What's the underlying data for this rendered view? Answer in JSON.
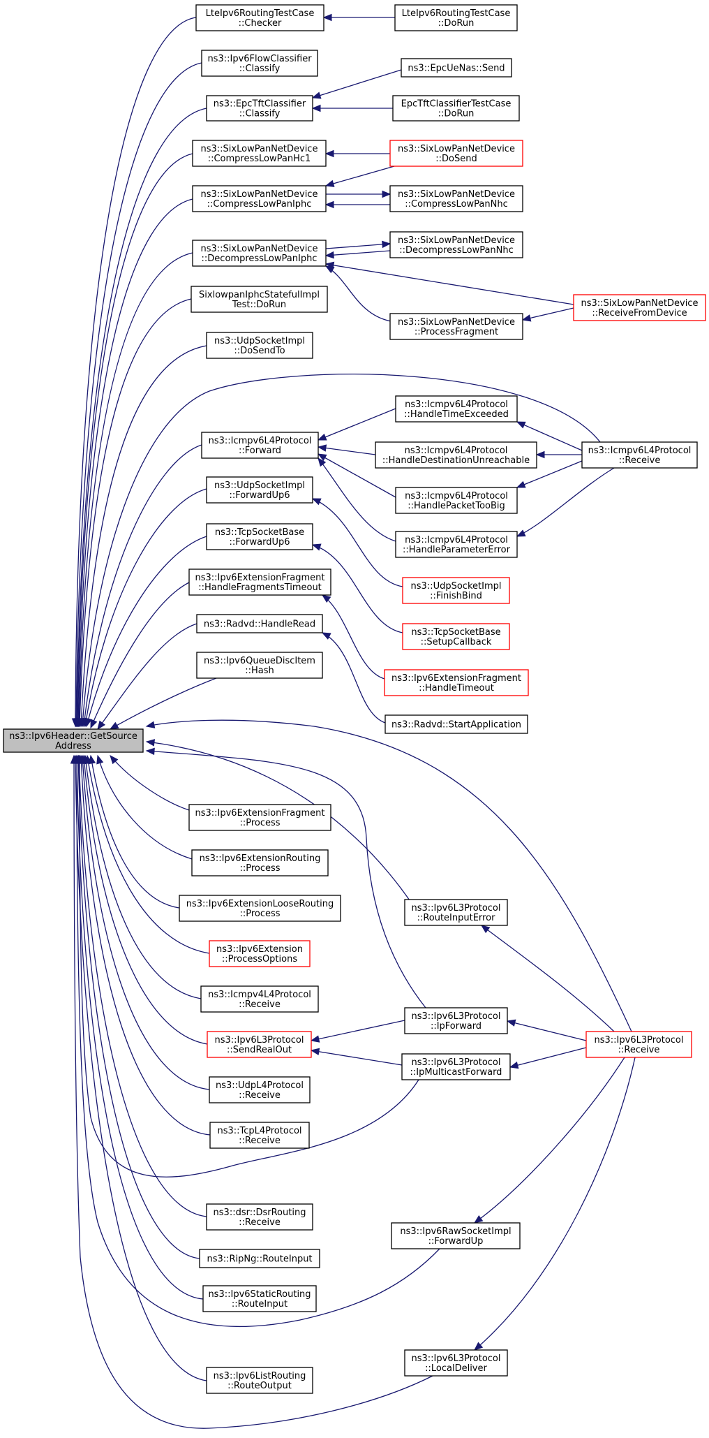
{
  "graph": {
    "root": "root",
    "nodes": [
      {
        "id": "root",
        "lines": [
          "ns3::Ipv6Header::GetSource",
          "Address"
        ],
        "style": "root"
      },
      {
        "id": "lteChecker",
        "lines": [
          "LteIpv6RoutingTestCase",
          "::Checker"
        ],
        "style": "normal"
      },
      {
        "id": "lteDoRun",
        "lines": [
          "LteIpv6RoutingTestCase",
          "::DoRun"
        ],
        "style": "normal"
      },
      {
        "id": "ipv6FlowClassify",
        "lines": [
          "ns3::Ipv6FlowClassifier",
          "::Classify"
        ],
        "style": "normal"
      },
      {
        "id": "epcUeNasSend",
        "lines": [
          "ns3::EpcUeNas::Send"
        ],
        "style": "normal"
      },
      {
        "id": "epcTftClassify",
        "lines": [
          "ns3::EpcTftClassifier",
          "::Classify"
        ],
        "style": "normal"
      },
      {
        "id": "epcTftTestDoRun",
        "lines": [
          "EpcTftClassifierTestCase",
          "::DoRun"
        ],
        "style": "normal"
      },
      {
        "id": "compressHc1",
        "lines": [
          "ns3::SixLowPanNetDevice",
          "::CompressLowPanHc1"
        ],
        "style": "normal"
      },
      {
        "id": "sixDoSend",
        "lines": [
          "ns3::SixLowPanNetDevice",
          "::DoSend"
        ],
        "style": "red"
      },
      {
        "id": "compressIphc",
        "lines": [
          "ns3::SixLowPanNetDevice",
          "::CompressLowPanIphc"
        ],
        "style": "normal"
      },
      {
        "id": "compressNhc",
        "lines": [
          "ns3::SixLowPanNetDevice",
          "::CompressLowPanNhc"
        ],
        "style": "normal"
      },
      {
        "id": "decompressIphc",
        "lines": [
          "ns3::SixLowPanNetDevice",
          "::DecompressLowPanIphc"
        ],
        "style": "normal"
      },
      {
        "id": "decompressNhc",
        "lines": [
          "ns3::SixLowPanNetDevice",
          "::DecompressLowPanNhc"
        ],
        "style": "normal"
      },
      {
        "id": "receiveFromDevice",
        "lines": [
          "ns3::SixLowPanNetDevice",
          "::ReceiveFromDevice"
        ],
        "style": "red"
      },
      {
        "id": "sixlowpanIphcTest",
        "lines": [
          "SixlowpanIphcStatefulImpl",
          "Test::DoRun"
        ],
        "style": "normal"
      },
      {
        "id": "processFragment",
        "lines": [
          "ns3::SixLowPanNetDevice",
          "::ProcessFragment"
        ],
        "style": "normal"
      },
      {
        "id": "udpDoSendTo",
        "lines": [
          "ns3::UdpSocketImpl",
          "::DoSendTo"
        ],
        "style": "normal"
      },
      {
        "id": "icmpHandleTimeExceeded",
        "lines": [
          "ns3::Icmpv6L4Protocol",
          "::HandleTimeExceeded"
        ],
        "style": "normal"
      },
      {
        "id": "icmpForward",
        "lines": [
          "ns3::Icmpv6L4Protocol",
          "::Forward"
        ],
        "style": "normal"
      },
      {
        "id": "icmpHandleDestUnreach",
        "lines": [
          "ns3::Icmpv6L4Protocol",
          "::HandleDestinationUnreachable"
        ],
        "style": "normal"
      },
      {
        "id": "icmpv6Receive",
        "lines": [
          "ns3::Icmpv6L4Protocol",
          "::Receive"
        ],
        "style": "normal"
      },
      {
        "id": "icmpHandlePacketTooBig",
        "lines": [
          "ns3::Icmpv6L4Protocol",
          "::HandlePacketTooBig"
        ],
        "style": "normal"
      },
      {
        "id": "udpForwardUp6",
        "lines": [
          "ns3::UdpSocketImpl",
          "::ForwardUp6"
        ],
        "style": "normal"
      },
      {
        "id": "icmpHandleParamError",
        "lines": [
          "ns3::Icmpv6L4Protocol",
          "::HandleParameterError"
        ],
        "style": "normal"
      },
      {
        "id": "tcpForwardUp6",
        "lines": [
          "ns3::TcpSocketBase",
          "::ForwardUp6"
        ],
        "style": "normal"
      },
      {
        "id": "udpFinishBind",
        "lines": [
          "ns3::UdpSocketImpl",
          "::FinishBind"
        ],
        "style": "red"
      },
      {
        "id": "fragHandleFragTimeout",
        "lines": [
          "ns3::Ipv6ExtensionFragment",
          "::HandleFragmentsTimeout"
        ],
        "style": "normal"
      },
      {
        "id": "tcpSetupCallback",
        "lines": [
          "ns3::TcpSocketBase",
          "::SetupCallback"
        ],
        "style": "red"
      },
      {
        "id": "radvdHandleRead",
        "lines": [
          "ns3::Radvd::HandleRead"
        ],
        "style": "normal"
      },
      {
        "id": "fragHandleTimeout",
        "lines": [
          "ns3::Ipv6ExtensionFragment",
          "::HandleTimeout"
        ],
        "style": "red"
      },
      {
        "id": "queueDiscHash",
        "lines": [
          "ns3::Ipv6QueueDiscItem",
          "::Hash"
        ],
        "style": "normal"
      },
      {
        "id": "radvdStartApp",
        "lines": [
          "ns3::Radvd::StartApplication"
        ],
        "style": "normal"
      },
      {
        "id": "fragProcess",
        "lines": [
          "ns3::Ipv6ExtensionFragment",
          "::Process"
        ],
        "style": "normal"
      },
      {
        "id": "routingProcess",
        "lines": [
          "ns3::Ipv6ExtensionRouting",
          "::Process"
        ],
        "style": "normal"
      },
      {
        "id": "looseRoutingProcess",
        "lines": [
          "ns3::Ipv6ExtensionLooseRouting",
          "::Process"
        ],
        "style": "normal"
      },
      {
        "id": "routeInputError",
        "lines": [
          "ns3::Ipv6L3Protocol",
          "::RouteInputError"
        ],
        "style": "normal"
      },
      {
        "id": "processOptions",
        "lines": [
          "ns3::Ipv6Extension",
          "::ProcessOptions"
        ],
        "style": "red"
      },
      {
        "id": "icmpv4Receive",
        "lines": [
          "ns3::Icmpv4L4Protocol",
          "::Receive"
        ],
        "style": "normal"
      },
      {
        "id": "ipForward",
        "lines": [
          "ns3::Ipv6L3Protocol",
          "::IpForward"
        ],
        "style": "normal"
      },
      {
        "id": "sendRealOut",
        "lines": [
          "ns3::Ipv6L3Protocol",
          "::SendRealOut"
        ],
        "style": "red"
      },
      {
        "id": "l3Receive",
        "lines": [
          "ns3::Ipv6L3Protocol",
          "::Receive"
        ],
        "style": "red"
      },
      {
        "id": "ipMulticastForward",
        "lines": [
          "ns3::Ipv6L3Protocol",
          "::IpMulticastForward"
        ],
        "style": "normal"
      },
      {
        "id": "udpL4Receive",
        "lines": [
          "ns3::UdpL4Protocol",
          "::Receive"
        ],
        "style": "normal"
      },
      {
        "id": "tcpL4Receive",
        "lines": [
          "ns3::TcpL4Protocol",
          "::Receive"
        ],
        "style": "normal"
      },
      {
        "id": "dsrReceive",
        "lines": [
          "ns3::dsr::DsrRouting",
          "::Receive"
        ],
        "style": "normal"
      },
      {
        "id": "rawForwardUp",
        "lines": [
          "ns3::Ipv6RawSocketImpl",
          "::ForwardUp"
        ],
        "style": "normal"
      },
      {
        "id": "ripNgRouteInput",
        "lines": [
          "ns3::RipNg::RouteInput"
        ],
        "style": "normal"
      },
      {
        "id": "staticRouteInput",
        "lines": [
          "ns3::Ipv6StaticRouting",
          "::RouteInput"
        ],
        "style": "normal"
      },
      {
        "id": "localDeliver",
        "lines": [
          "ns3::Ipv6L3Protocol",
          "::LocalDeliver"
        ],
        "style": "normal"
      },
      {
        "id": "listRouteOutput",
        "lines": [
          "ns3::Ipv6ListRouting",
          "::RouteOutput"
        ],
        "style": "normal"
      }
    ],
    "edges": [
      {
        "from": "lteChecker",
        "to": "root"
      },
      {
        "from": "lteDoRun",
        "to": "lteChecker"
      },
      {
        "from": "ipv6FlowClassify",
        "to": "root"
      },
      {
        "from": "epcTftClassify",
        "to": "root"
      },
      {
        "from": "epcUeNasSend",
        "to": "epcTftClassify"
      },
      {
        "from": "epcTftTestDoRun",
        "to": "epcTftClassify"
      },
      {
        "from": "compressHc1",
        "to": "root"
      },
      {
        "from": "sixDoSend",
        "to": "compressHc1"
      },
      {
        "from": "compressIphc",
        "to": "root"
      },
      {
        "from": "sixDoSend",
        "to": "compressIphc"
      },
      {
        "from": "compressIphc",
        "to": "compressNhc"
      },
      {
        "from": "compressNhc",
        "to": "compressIphc"
      },
      {
        "from": "decompressIphc",
        "to": "root"
      },
      {
        "from": "decompressIphc",
        "to": "decompressNhc"
      },
      {
        "from": "decompressNhc",
        "to": "decompressIphc"
      },
      {
        "from": "receiveFromDevice",
        "to": "decompressIphc"
      },
      {
        "from": "processFragment",
        "to": "decompressIphc"
      },
      {
        "from": "receiveFromDevice",
        "to": "processFragment"
      },
      {
        "from": "sixlowpanIphcTest",
        "to": "root"
      },
      {
        "from": "udpDoSendTo",
        "to": "root"
      },
      {
        "from": "icmpv6Receive",
        "to": "root"
      },
      {
        "from": "icmpForward",
        "to": "root"
      },
      {
        "from": "icmpHandleTimeExceeded",
        "to": "icmpForward"
      },
      {
        "from": "icmpHandleDestUnreach",
        "to": "icmpForward"
      },
      {
        "from": "icmpHandlePacketTooBig",
        "to": "icmpForward"
      },
      {
        "from": "icmpHandleParamError",
        "to": "icmpForward"
      },
      {
        "from": "icmpv6Receive",
        "to": "icmpHandleTimeExceeded"
      },
      {
        "from": "icmpv6Receive",
        "to": "icmpHandleDestUnreach"
      },
      {
        "from": "icmpv6Receive",
        "to": "icmpHandlePacketTooBig"
      },
      {
        "from": "icmpv6Receive",
        "to": "icmpHandleParamError"
      },
      {
        "from": "udpForwardUp6",
        "to": "root"
      },
      {
        "from": "udpFinishBind",
        "to": "udpForwardUp6"
      },
      {
        "from": "tcpForwardUp6",
        "to": "root"
      },
      {
        "from": "tcpSetupCallback",
        "to": "tcpForwardUp6"
      },
      {
        "from": "fragHandleFragTimeout",
        "to": "root"
      },
      {
        "from": "fragHandleTimeout",
        "to": "fragHandleFragTimeout"
      },
      {
        "from": "radvdHandleRead",
        "to": "root"
      },
      {
        "from": "radvdStartApp",
        "to": "radvdHandleRead"
      },
      {
        "from": "queueDiscHash",
        "to": "root"
      },
      {
        "from": "l3Receive",
        "to": "root"
      },
      {
        "from": "ipForward",
        "to": "root"
      },
      {
        "from": "fragProcess",
        "to": "root"
      },
      {
        "from": "routingProcess",
        "to": "root"
      },
      {
        "from": "looseRoutingProcess",
        "to": "root"
      },
      {
        "from": "routeInputError",
        "to": "root"
      },
      {
        "from": "l3Receive",
        "to": "routeInputError"
      },
      {
        "from": "processOptions",
        "to": "root"
      },
      {
        "from": "icmpv4Receive",
        "to": "root"
      },
      {
        "from": "sendRealOut",
        "to": "root"
      },
      {
        "from": "ipForward",
        "to": "sendRealOut"
      },
      {
        "from": "ipMulticastForward",
        "to": "sendRealOut"
      },
      {
        "from": "l3Receive",
        "to": "ipForward"
      },
      {
        "from": "l3Receive",
        "to": "ipMulticastForward"
      },
      {
        "from": "udpL4Receive",
        "to": "root"
      },
      {
        "from": "tcpL4Receive",
        "to": "root"
      },
      {
        "from": "ipMulticastForward",
        "to": "root"
      },
      {
        "from": "dsrReceive",
        "to": "root"
      },
      {
        "from": "ripNgRouteInput",
        "to": "root"
      },
      {
        "from": "rawForwardUp",
        "to": "root"
      },
      {
        "from": "l3Receive",
        "to": "rawForwardUp"
      },
      {
        "from": "staticRouteInput",
        "to": "root"
      },
      {
        "from": "listRouteOutput",
        "to": "root"
      },
      {
        "from": "localDeliver",
        "to": "root"
      },
      {
        "from": "l3Receive",
        "to": "localDeliver"
      }
    ]
  },
  "colors": {
    "edge": "#191970",
    "root_fill": "#bfbfbf",
    "node_fill": "#ffffff",
    "node_border": "#000000",
    "highlight_border": "#ff0000"
  }
}
